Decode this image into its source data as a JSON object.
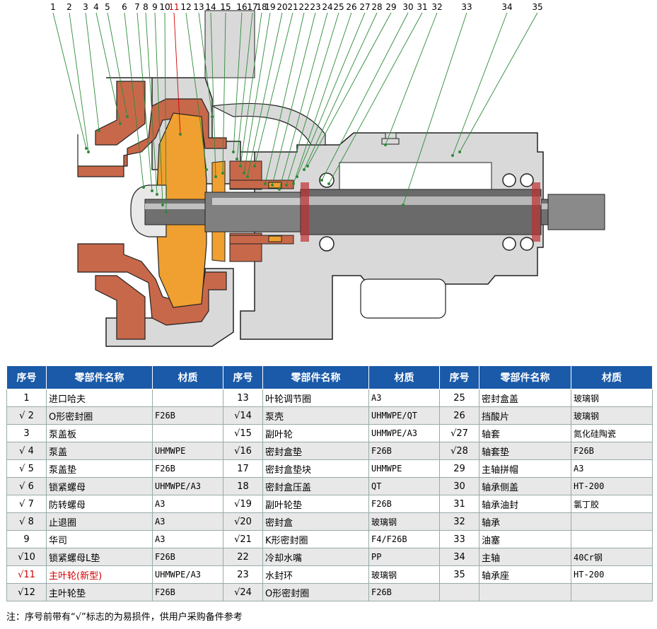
{
  "callout_numbers": [
    "1",
    "2",
    "3",
    "4",
    "5",
    "6",
    "7",
    "8",
    "9",
    "10",
    "11",
    "12",
    "13",
    "14",
    "15",
    "16",
    "17",
    "18",
    "19",
    "20",
    "21",
    "22",
    "23",
    "24",
    "25",
    "26",
    "27",
    "28",
    "29",
    "30",
    "31",
    "32",
    "33",
    "34",
    "35"
  ],
  "highlight_number": "11",
  "colors": {
    "casing": "#d9d9d9",
    "liner": "#c8684a",
    "impeller": "#f0a030",
    "shaft": "#606060",
    "header": "#1a5aa8",
    "highlight": "#d00000",
    "leader": "#2e8b3a"
  },
  "table": {
    "headers": [
      "序号",
      "零部件名称",
      "材质"
    ],
    "rows": [
      [
        {
          "no": "1",
          "name": "进口哈夫",
          "mat": ""
        },
        {
          "no": "13",
          "name": "叶轮调节圈",
          "mat": "A3"
        },
        {
          "no": "25",
          "name": "密封盒盖",
          "mat": "玻璃钢"
        }
      ],
      [
        {
          "no": "√ 2",
          "name": "O形密封圈",
          "mat": "F26B"
        },
        {
          "no": "√14",
          "name": "泵壳",
          "mat": "UHMWPE/QT"
        },
        {
          "no": "26",
          "name": "挡酸片",
          "mat": "玻璃钢"
        }
      ],
      [
        {
          "no": "3",
          "name": "泵盖板",
          "mat": ""
        },
        {
          "no": "√15",
          "name": "副叶轮",
          "mat": "UHMWPE/A3"
        },
        {
          "no": "√27",
          "name": "轴套",
          "mat": "氮化硅陶瓷"
        }
      ],
      [
        {
          "no": "√ 4",
          "name": "泵盖",
          "mat": "UHMWPE"
        },
        {
          "no": "√16",
          "name": "密封盒垫",
          "mat": "F26B"
        },
        {
          "no": "√28",
          "name": "轴套垫",
          "mat": "F26B"
        }
      ],
      [
        {
          "no": "√ 5",
          "name": "泵盖垫",
          "mat": "F26B"
        },
        {
          "no": "17",
          "name": "密封盒垫块",
          "mat": "UHMWPE"
        },
        {
          "no": "29",
          "name": "主轴拼帽",
          "mat": "A3"
        }
      ],
      [
        {
          "no": "√ 6",
          "name": "锁紧螺母",
          "mat": "UHMWPE/A3"
        },
        {
          "no": "18",
          "name": "密封盒压盖",
          "mat": "QT"
        },
        {
          "no": "30",
          "name": "轴承侧盖",
          "mat": "HT-200"
        }
      ],
      [
        {
          "no": "√ 7",
          "name": "防转螺母",
          "mat": "A3"
        },
        {
          "no": "√19",
          "name": "副叶轮垫",
          "mat": "F26B"
        },
        {
          "no": "31",
          "name": "轴承油封",
          "mat": "氯丁胶"
        }
      ],
      [
        {
          "no": "√ 8",
          "name": "止退圈",
          "mat": "A3"
        },
        {
          "no": "√20",
          "name": "密封盒",
          "mat": "玻璃钢"
        },
        {
          "no": "32",
          "name": "轴承",
          "mat": ""
        }
      ],
      [
        {
          "no": "9",
          "name": "华司",
          "mat": "A3"
        },
        {
          "no": "√21",
          "name": "K形密封圈",
          "mat": "F4/F26B"
        },
        {
          "no": "33",
          "name": "油塞",
          "mat": ""
        }
      ],
      [
        {
          "no": "√10",
          "name": "锁紧螺母L垫",
          "mat": "F26B"
        },
        {
          "no": "22",
          "name": "冷却水嘴",
          "mat": "PP"
        },
        {
          "no": "34",
          "name": "主轴",
          "mat": "40Cr钢"
        }
      ],
      [
        {
          "no": "√11",
          "name": "主叶轮(新型)",
          "mat": "UHMWPE/A3",
          "red": true
        },
        {
          "no": "23",
          "name": "水封环",
          "mat": "玻璃钢"
        },
        {
          "no": "35",
          "name": "轴承座",
          "mat": "HT-200"
        }
      ],
      [
        {
          "no": "√12",
          "name": "主叶轮垫",
          "mat": "F26B"
        },
        {
          "no": "√24",
          "name": "O形密封圈",
          "mat": "F26B"
        },
        {
          "no": "",
          "name": "",
          "mat": ""
        }
      ]
    ]
  },
  "note": "注：序号前带有“√”标志的为易损件，供用户采购备件参考"
}
